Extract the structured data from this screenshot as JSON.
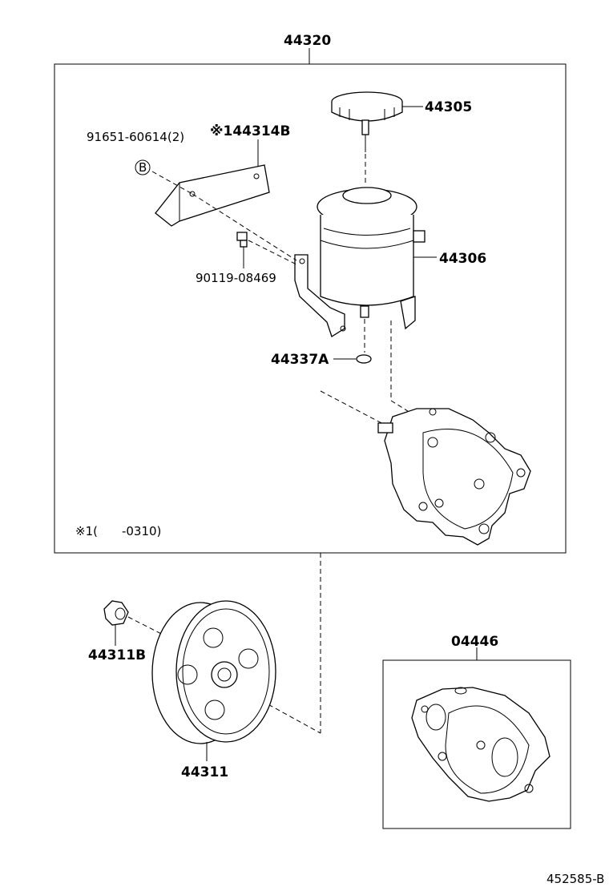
{
  "diagram": {
    "assembly_label": "44320",
    "note": "※1(　　-0310)",
    "reference_code": "452585-B",
    "labels": {
      "cap": "44305",
      "reservoir": "44306",
      "bracket_bolt": "91651-60614(2)",
      "bracket": "※144314B",
      "stud": "90119-08469",
      "oring": "44337A",
      "pulley_nut": "44311B",
      "pulley": "44311",
      "gasket_kit": "04446"
    },
    "callout_b": "B"
  }
}
